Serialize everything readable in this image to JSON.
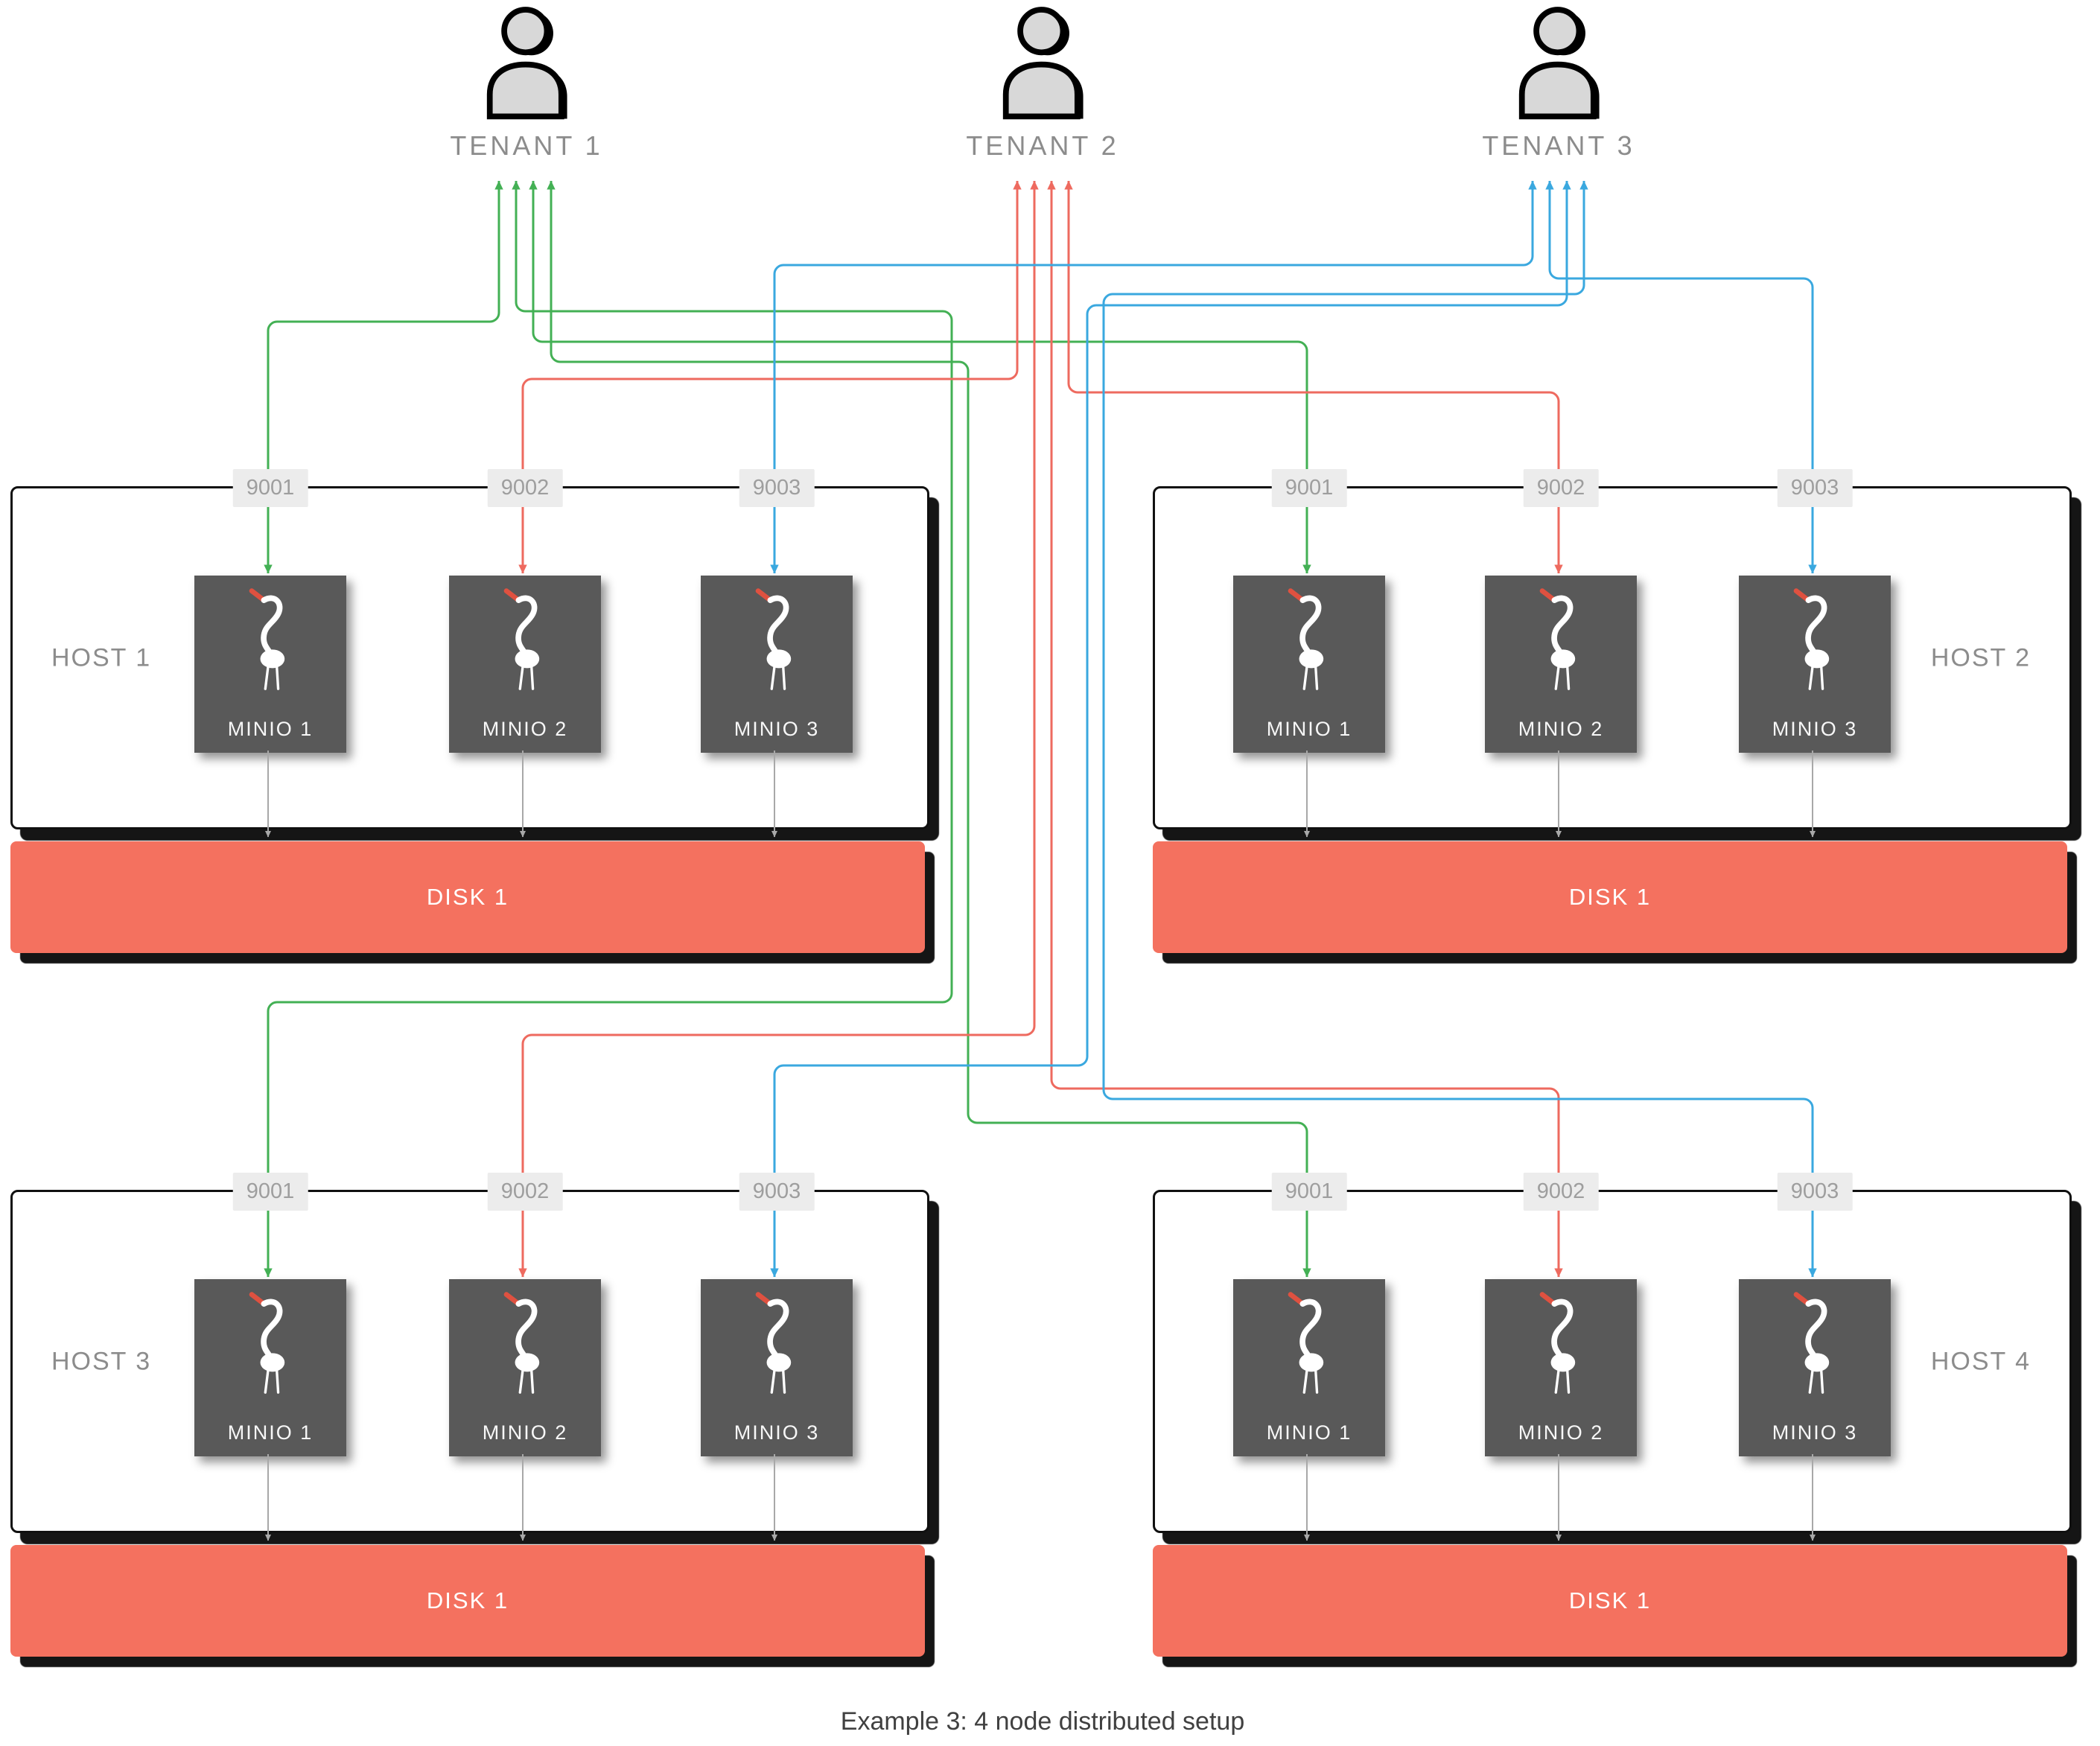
{
  "caption": "Example 3: 4 node distributed setup",
  "tenants": [
    {
      "label": "TENANT 1",
      "icon": "person-icon",
      "color_key": "green"
    },
    {
      "label": "TENANT 2",
      "icon": "person-icon",
      "color_key": "salmon"
    },
    {
      "label": "TENANT 3",
      "icon": "person-icon",
      "color_key": "blue"
    }
  ],
  "hosts": [
    {
      "label": "HOST 1",
      "ports": [
        "9001",
        "9002",
        "9003"
      ],
      "nodes": [
        "MINIO 1",
        "MINIO 2",
        "MINIO 3"
      ],
      "disk": "DISK 1"
    },
    {
      "label": "HOST 2",
      "ports": [
        "9001",
        "9002",
        "9003"
      ],
      "nodes": [
        "MINIO 1",
        "MINIO 2",
        "MINIO 3"
      ],
      "disk": "DISK 1"
    },
    {
      "label": "HOST 3",
      "ports": [
        "9001",
        "9002",
        "9003"
      ],
      "nodes": [
        "MINIO 1",
        "MINIO 2",
        "MINIO 3"
      ],
      "disk": "DISK 1"
    },
    {
      "label": "HOST 4",
      "ports": [
        "9001",
        "9002",
        "9003"
      ],
      "nodes": [
        "MINIO 1",
        "MINIO 2",
        "MINIO 3"
      ],
      "disk": "DISK 1"
    }
  ],
  "connections": [
    {
      "tenant": "TENANT 1",
      "target_port": "9001",
      "targets": [
        "HOST 1",
        "HOST 2",
        "HOST 3",
        "HOST 4"
      ],
      "color_key": "green"
    },
    {
      "tenant": "TENANT 2",
      "target_port": "9002",
      "targets": [
        "HOST 1",
        "HOST 2",
        "HOST 3",
        "HOST 4"
      ],
      "color_key": "salmon"
    },
    {
      "tenant": "TENANT 3",
      "target_port": "9003",
      "targets": [
        "HOST 1",
        "HOST 2",
        "HOST 3",
        "HOST 4"
      ],
      "color_key": "blue"
    }
  ],
  "colors": {
    "green": "#43b054",
    "salmon": "#ee6a5f",
    "blue": "#3aa8df",
    "disk": "#f4715f",
    "minio": "#595959",
    "port_bg": "#ececec",
    "port_text": "#9e9e9e",
    "label": "#8c8c8c",
    "border": "#101010",
    "caption": "#404040",
    "connector": "#a8a8a8"
  }
}
